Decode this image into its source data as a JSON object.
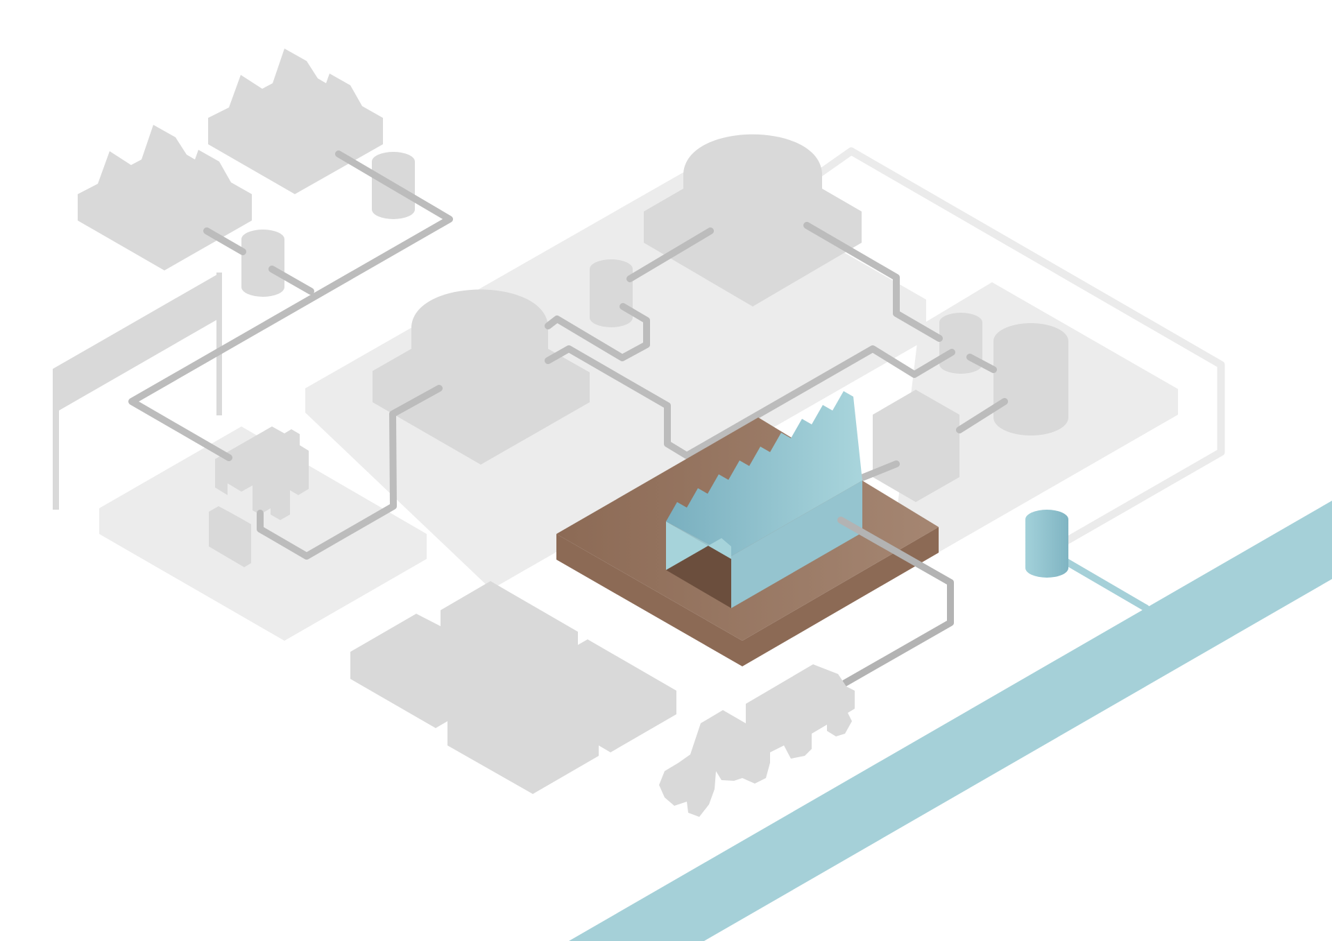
{
  "diagram": {
    "kind": "isometric-industrial-site",
    "labels": [],
    "colors": {
      "background": "#ffffff",
      "platform_light": "#ececec",
      "building_grey": "#d9d9d9",
      "pipe_dark": "#b3b3b3",
      "pipe_light": "#e6e6e6",
      "highlight_ground_top": "#9a7862",
      "highlight_ground_side": "#8c6a55",
      "highlight_building_blue": "#8fbfcc",
      "highlight_building_shade": "#6b4e3d",
      "river": "#a5d0d8",
      "tank_blue": "#8fc3cf"
    },
    "elements": [
      "factories",
      "storage-tanks",
      "pipelines",
      "domed-plants",
      "highlighted-facility",
      "river",
      "tractors",
      "warehouses"
    ]
  }
}
